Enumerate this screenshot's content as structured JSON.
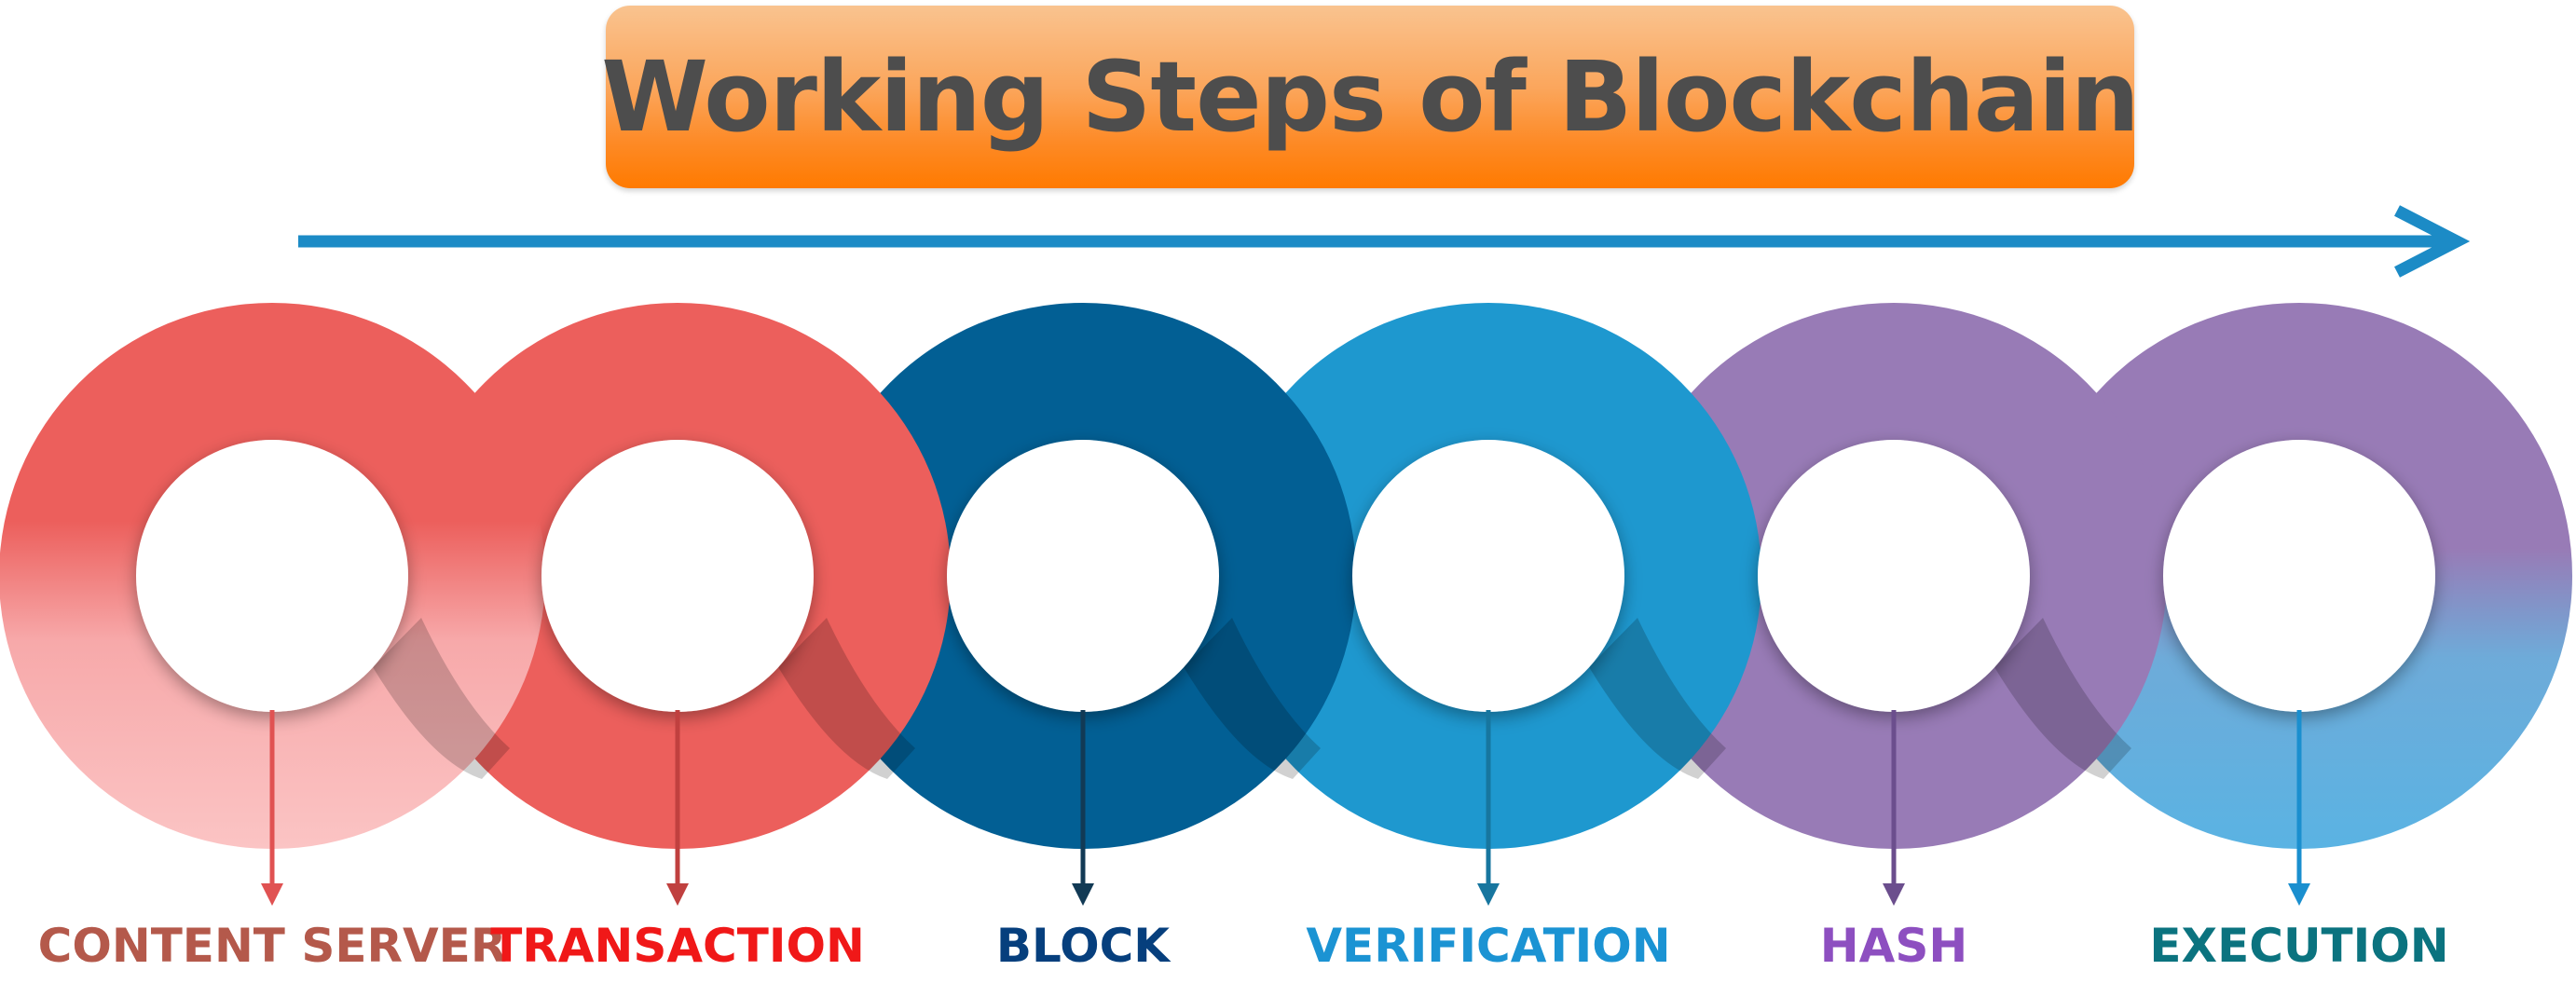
{
  "title": "Working Steps of Blockchain",
  "colors": {
    "banner_top": "#f9c38f",
    "banner_bottom": "#ff7a00",
    "title_text": "#4d4d4d",
    "flow_arrow": "#1c8bc6"
  },
  "steps": [
    {
      "label": "CONTENT SERVER",
      "ring_color": "#ec5f5c",
      "ring_light": "#fbc4c4",
      "label_color": "#b4594b",
      "arrow_color": "#e05252"
    },
    {
      "label": "TRANSACTION",
      "ring_color": "#ec5f5c",
      "label_color": "#f01818",
      "arrow_color": "#c0403f"
    },
    {
      "label": "BLOCK",
      "ring_color": "#025f94",
      "label_color": "#063f7d",
      "arrow_color": "#123a55"
    },
    {
      "label": "VERIFICATION",
      "ring_color": "#1e98cf",
      "label_color": "#1b93d3",
      "arrow_color": "#17769f"
    },
    {
      "label": "HASH",
      "ring_color": "#987bb6",
      "label_color": "#8d4fc0",
      "arrow_color": "#6b4e8d"
    },
    {
      "label": "EXECUTION",
      "ring_color": "#5ab3e3",
      "label_color": "#0b737f",
      "arrow_color": "#1a8fcf"
    }
  ],
  "last_ring": {
    "ring_color": "#987bb6",
    "ring_light": "#5ab3e3"
  }
}
